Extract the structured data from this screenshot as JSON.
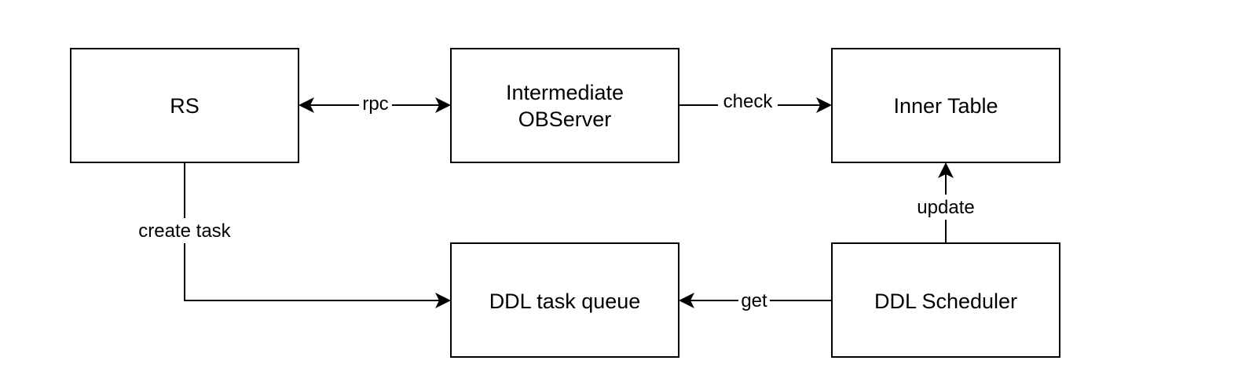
{
  "nodes": {
    "rs": {
      "label": "RS"
    },
    "intermediate": {
      "line1": "Intermediate",
      "line2": "OBServer"
    },
    "inner_table": {
      "label": "Inner Table"
    },
    "ddl_queue": {
      "label": "DDL task queue"
    },
    "ddl_scheduler": {
      "label": "DDL Scheduler"
    }
  },
  "edges": {
    "rpc": {
      "label": "rpc"
    },
    "check": {
      "label": "check"
    },
    "update": {
      "label": "update"
    },
    "create_task": {
      "label": "create task"
    },
    "get": {
      "label": "get"
    }
  },
  "colors": {
    "stroke": "#000000",
    "background": "#ffffff",
    "text": "#000000"
  }
}
